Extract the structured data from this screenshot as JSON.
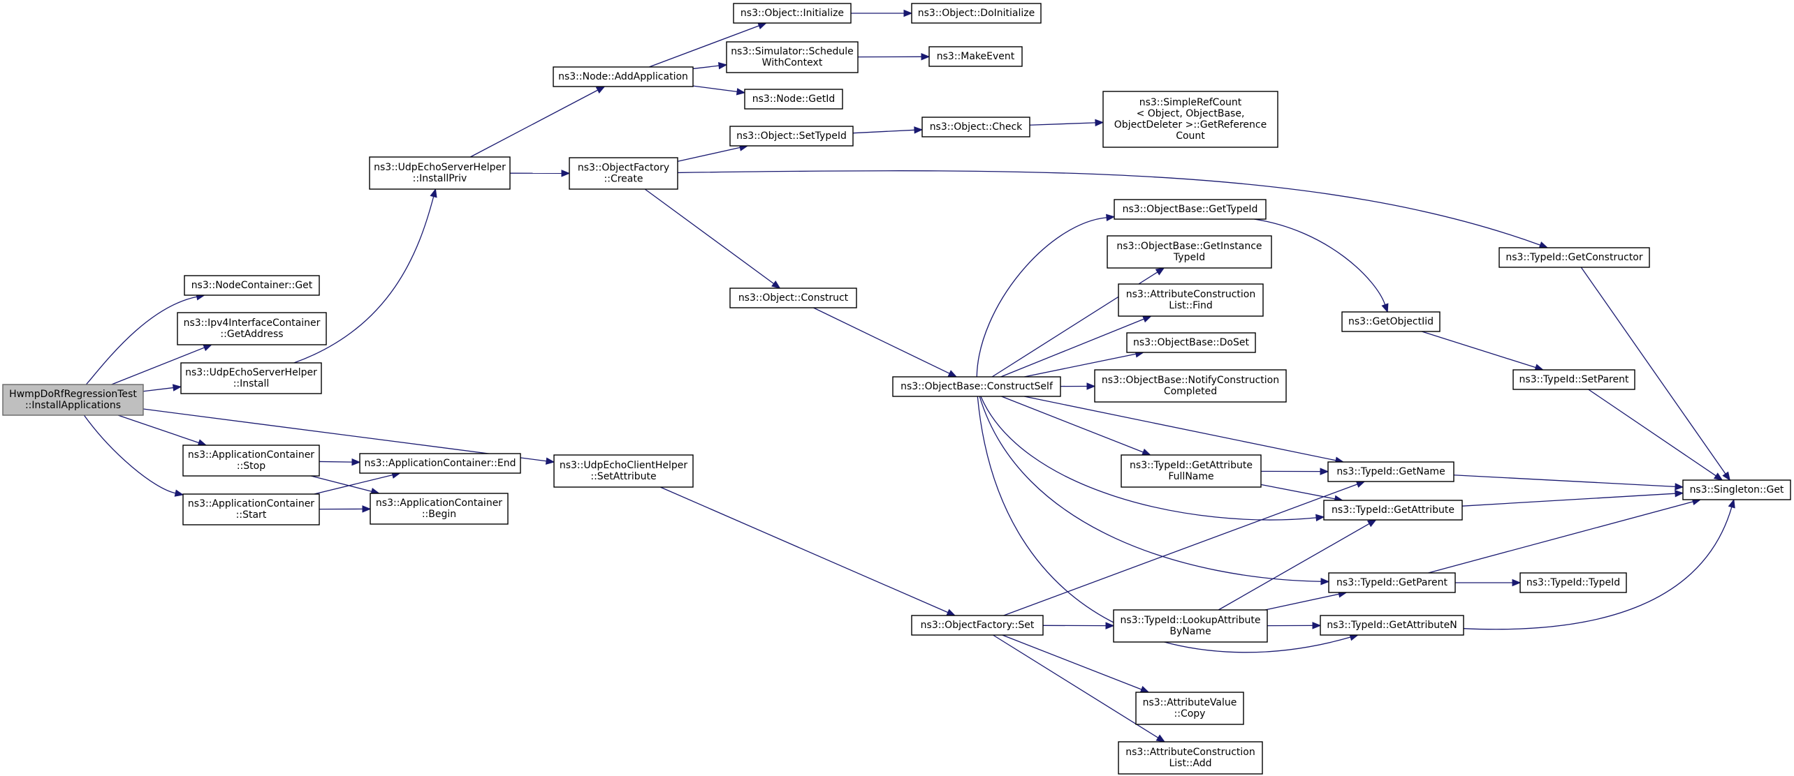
{
  "diagram": {
    "kind": "call-graph",
    "colors": {
      "edge": "#191970",
      "node_border": "#000000",
      "root_fill": "#bfbfbf",
      "node_fill": "#ffffff"
    },
    "nodes": [
      {
        "id": "root",
        "lines": [
          "HwmpDoRfRegressionTest",
          "::InstallApplications"
        ],
        "root": true
      },
      {
        "id": "nc_get",
        "lines": [
          "ns3::NodeContainer::Get"
        ]
      },
      {
        "id": "ipv4_getaddr",
        "lines": [
          "ns3::Ipv4InterfaceContainer",
          "::GetAddress"
        ]
      },
      {
        "id": "uesh_install",
        "lines": [
          "ns3::UdpEchoServerHelper",
          "::Install"
        ]
      },
      {
        "id": "ac_stop",
        "lines": [
          "ns3::ApplicationContainer",
          "::Stop"
        ]
      },
      {
        "id": "ac_start",
        "lines": [
          "ns3::ApplicationContainer",
          "::Start"
        ]
      },
      {
        "id": "uesh_installpriv",
        "lines": [
          "ns3::UdpEchoServerHelper",
          "::InstallPriv"
        ]
      },
      {
        "id": "ac_end",
        "lines": [
          "ns3::ApplicationContainer::End"
        ]
      },
      {
        "id": "ac_begin",
        "lines": [
          "ns3::ApplicationContainer",
          "::Begin"
        ]
      },
      {
        "id": "node_addapp",
        "lines": [
          "ns3::Node::AddApplication"
        ]
      },
      {
        "id": "of_create",
        "lines": [
          "ns3::ObjectFactory",
          "::Create"
        ]
      },
      {
        "id": "uech_setattr",
        "lines": [
          "ns3::UdpEchoClientHelper",
          "::SetAttribute"
        ]
      },
      {
        "id": "obj_init",
        "lines": [
          "ns3::Object::Initialize"
        ]
      },
      {
        "id": "sim_schedule",
        "lines": [
          "ns3::Simulator::Schedule",
          "WithContext"
        ]
      },
      {
        "id": "node_getid",
        "lines": [
          "ns3::Node::GetId"
        ]
      },
      {
        "id": "obj_settypeid",
        "lines": [
          "ns3::Object::SetTypeId"
        ]
      },
      {
        "id": "obj_construct",
        "lines": [
          "ns3::Object::Construct"
        ]
      },
      {
        "id": "obj_doinit",
        "lines": [
          "ns3::Object::DoInitialize"
        ]
      },
      {
        "id": "makeevent",
        "lines": [
          "ns3::MakeEvent"
        ]
      },
      {
        "id": "obj_check",
        "lines": [
          "ns3::Object::Check"
        ]
      },
      {
        "id": "simplerefcount",
        "lines": [
          "ns3::SimpleRefCount",
          "< Object, ObjectBase,",
          " ObjectDeleter >::GetReference",
          "Count"
        ]
      },
      {
        "id": "ob_constructself",
        "lines": [
          "ns3::ObjectBase::ConstructSelf"
        ]
      },
      {
        "id": "of_set",
        "lines": [
          "ns3::ObjectFactory::Set"
        ]
      },
      {
        "id": "ob_gettypeid",
        "lines": [
          "ns3::ObjectBase::GetTypeId"
        ]
      },
      {
        "id": "ob_getinstancetypeid",
        "lines": [
          "ns3::ObjectBase::GetInstance",
          "TypeId"
        ]
      },
      {
        "id": "acl_find",
        "lines": [
          "ns3::AttributeConstruction",
          "List::Find"
        ]
      },
      {
        "id": "ob_doset",
        "lines": [
          "ns3::ObjectBase::DoSet"
        ]
      },
      {
        "id": "ob_notify",
        "lines": [
          "ns3::ObjectBase::NotifyConstruction",
          "Completed"
        ]
      },
      {
        "id": "tid_getattrfullname",
        "lines": [
          "ns3::TypeId::GetAttribute",
          "FullName"
        ]
      },
      {
        "id": "tid_lookupattr",
        "lines": [
          "ns3::TypeId::LookupAttribute",
          "ByName"
        ]
      },
      {
        "id": "av_copy",
        "lines": [
          "ns3::AttributeValue",
          "::Copy"
        ]
      },
      {
        "id": "acl_add",
        "lines": [
          "ns3::AttributeConstruction",
          "List::Add"
        ]
      },
      {
        "id": "tid_getname",
        "lines": [
          "ns3::TypeId::GetName"
        ]
      },
      {
        "id": "tid_getattribute",
        "lines": [
          "ns3::TypeId::GetAttribute"
        ]
      },
      {
        "id": "tid_getparent",
        "lines": [
          "ns3::TypeId::GetParent"
        ]
      },
      {
        "id": "tid_getattributen",
        "lines": [
          "ns3::TypeId::GetAttributeN"
        ]
      },
      {
        "id": "tid_getconstructor",
        "lines": [
          "ns3::TypeId::GetConstructor"
        ]
      },
      {
        "id": "getobjectiid",
        "lines": [
          "ns3::GetObjectIid"
        ]
      },
      {
        "id": "tid_setparent",
        "lines": [
          "ns3::TypeId::SetParent"
        ]
      },
      {
        "id": "tid_typeid",
        "lines": [
          "ns3::TypeId::TypeId"
        ]
      },
      {
        "id": "singleton_get",
        "lines": [
          "ns3::Singleton::Get"
        ]
      }
    ],
    "edges": [
      {
        "from": "root",
        "to": "nc_get"
      },
      {
        "from": "root",
        "to": "ipv4_getaddr"
      },
      {
        "from": "root",
        "to": "uesh_install"
      },
      {
        "from": "root",
        "to": "ac_stop"
      },
      {
        "from": "root",
        "to": "ac_start"
      },
      {
        "from": "root",
        "to": "uech_setattr"
      },
      {
        "from": "uesh_install",
        "to": "uesh_installpriv"
      },
      {
        "from": "ac_stop",
        "to": "ac_end"
      },
      {
        "from": "ac_stop",
        "to": "ac_begin"
      },
      {
        "from": "ac_start",
        "to": "ac_end"
      },
      {
        "from": "ac_start",
        "to": "ac_begin"
      },
      {
        "from": "uesh_installpriv",
        "to": "node_addapp"
      },
      {
        "from": "uesh_installpriv",
        "to": "of_create"
      },
      {
        "from": "node_addapp",
        "to": "obj_init"
      },
      {
        "from": "node_addapp",
        "to": "sim_schedule"
      },
      {
        "from": "node_addapp",
        "to": "node_getid"
      },
      {
        "from": "obj_init",
        "to": "obj_doinit"
      },
      {
        "from": "sim_schedule",
        "to": "makeevent"
      },
      {
        "from": "of_create",
        "to": "obj_settypeid"
      },
      {
        "from": "of_create",
        "to": "obj_construct"
      },
      {
        "from": "of_create",
        "to": "tid_getconstructor"
      },
      {
        "from": "obj_settypeid",
        "to": "obj_check"
      },
      {
        "from": "obj_check",
        "to": "simplerefcount"
      },
      {
        "from": "obj_construct",
        "to": "ob_constructself"
      },
      {
        "from": "uech_setattr",
        "to": "of_set"
      },
      {
        "from": "ob_constructself",
        "to": "ob_gettypeid"
      },
      {
        "from": "ob_constructself",
        "to": "ob_getinstancetypeid"
      },
      {
        "from": "ob_constructself",
        "to": "acl_find"
      },
      {
        "from": "ob_constructself",
        "to": "ob_doset"
      },
      {
        "from": "ob_constructself",
        "to": "ob_notify"
      },
      {
        "from": "ob_constructself",
        "to": "tid_getattrfullname"
      },
      {
        "from": "ob_constructself",
        "to": "tid_getname"
      },
      {
        "from": "ob_constructself",
        "to": "tid_getattribute"
      },
      {
        "from": "ob_constructself",
        "to": "tid_getparent"
      },
      {
        "from": "ob_constructself",
        "to": "tid_getattributen"
      },
      {
        "from": "of_set",
        "to": "tid_getname"
      },
      {
        "from": "of_set",
        "to": "tid_lookupattr"
      },
      {
        "from": "of_set",
        "to": "av_copy"
      },
      {
        "from": "of_set",
        "to": "acl_add"
      },
      {
        "from": "tid_getattrfullname",
        "to": "tid_getname"
      },
      {
        "from": "tid_getattrfullname",
        "to": "tid_getattribute"
      },
      {
        "from": "tid_lookupattr",
        "to": "tid_getattribute"
      },
      {
        "from": "tid_lookupattr",
        "to": "tid_getparent"
      },
      {
        "from": "tid_lookupattr",
        "to": "tid_getattributen"
      },
      {
        "from": "ob_gettypeid",
        "to": "getobjectiid"
      },
      {
        "from": "getobjectiid",
        "to": "tid_setparent"
      },
      {
        "from": "tid_getconstructor",
        "to": "singleton_get"
      },
      {
        "from": "tid_setparent",
        "to": "singleton_get"
      },
      {
        "from": "tid_getname",
        "to": "singleton_get"
      },
      {
        "from": "tid_getattribute",
        "to": "singleton_get"
      },
      {
        "from": "tid_getparent",
        "to": "singleton_get"
      },
      {
        "from": "tid_getparent",
        "to": "tid_typeid"
      },
      {
        "from": "tid_getattributen",
        "to": "singleton_get"
      }
    ]
  }
}
